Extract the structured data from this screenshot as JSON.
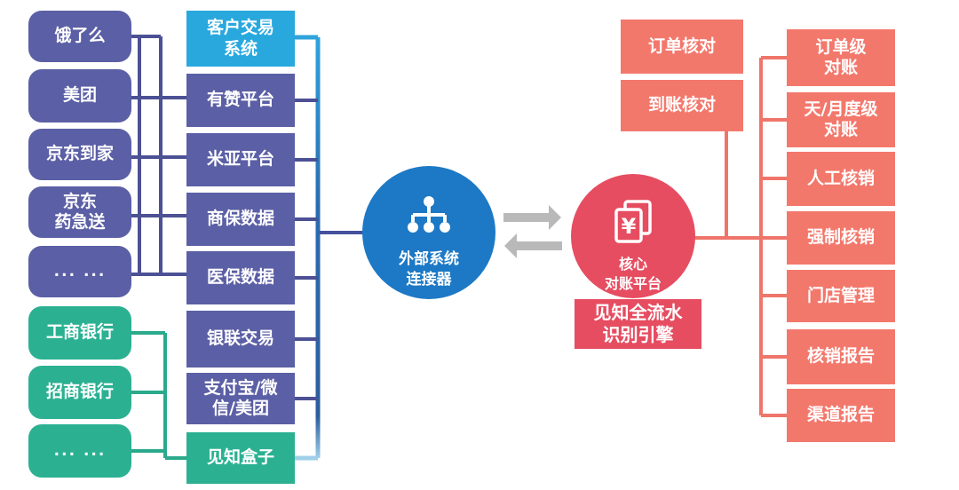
{
  "palette": {
    "purple_box": "#5b5fa5",
    "purple_line": "#4c5094",
    "green_box": "#2bb192",
    "green_line": "#2aa98b",
    "lightblue_box": "#29a8de",
    "blue_circle": "#1d79c5",
    "blue_trunk_top": "#2fa3da",
    "blue_trunk_mid": "#2b6cb0",
    "blue_trunk_bottom": "#9fcfe9",
    "navy_connector": "#44509c",
    "red": "#e64d61",
    "salmon_box": "#f3786c",
    "salmon_line": "#ef756a",
    "arrow_gray": "#b9b9ba",
    "text": "#ffffff"
  },
  "merchant_sources": {
    "platforms": [
      "饿了么",
      "美团",
      "京东到家",
      "京东\n药急送",
      "... ..."
    ],
    "banks": [
      "工商银行",
      "招商银行",
      "... ..."
    ]
  },
  "integration_systems": [
    {
      "label": "客户交易\n系统",
      "type": "lightblue"
    },
    {
      "label": "有赞平台",
      "type": "purple"
    },
    {
      "label": "米亚平台",
      "type": "purple"
    },
    {
      "label": "商保数据",
      "type": "purple"
    },
    {
      "label": "医保数据",
      "type": "purple"
    },
    {
      "label": "银联交易",
      "type": "purple"
    },
    {
      "label": "支付宝/微\n信/美团",
      "type": "purple"
    },
    {
      "label": "见知盒子",
      "type": "green"
    }
  ],
  "hub": {
    "label": "外部系统\n连接器",
    "icon": "org-chart-icon"
  },
  "core": {
    "label": "核心\n对账平台",
    "icon": "yen-cards-icon"
  },
  "engine": {
    "label": "见知全流水\n识别引擎"
  },
  "checks": [
    "订单核对",
    "到账核对"
  ],
  "capabilities": [
    "订单级\n对账",
    "天/月度级\n对账",
    "人工核销",
    "强制核销",
    "门店管理",
    "核销报告",
    "渠道报告"
  ]
}
